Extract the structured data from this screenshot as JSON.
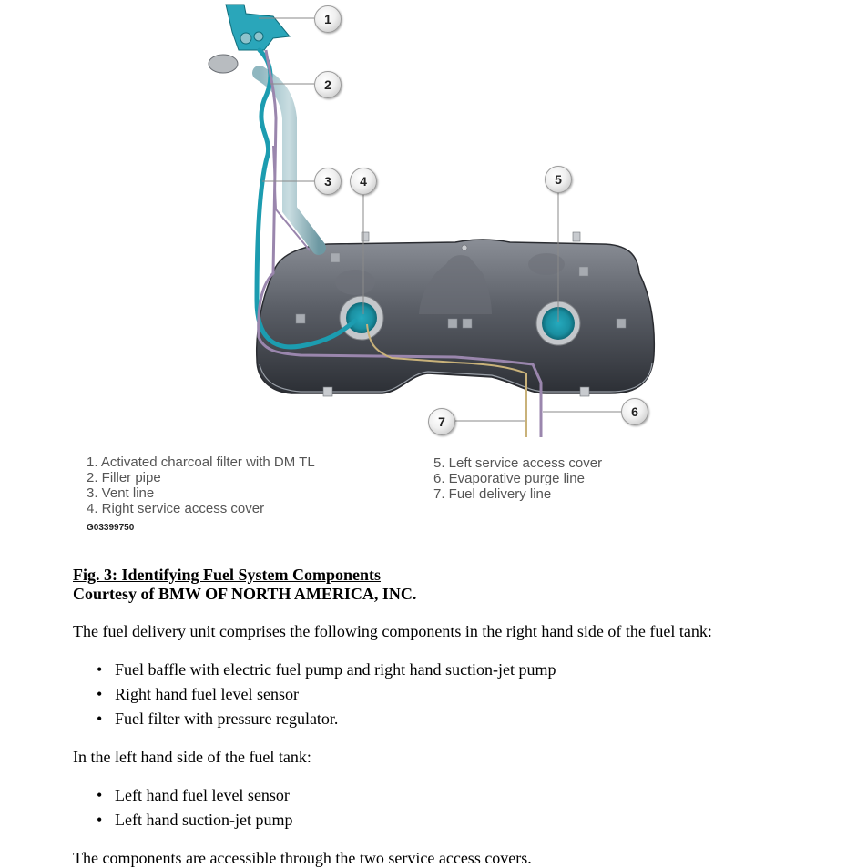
{
  "figure": {
    "callouts": [
      "1",
      "2",
      "3",
      "4",
      "5",
      "6",
      "7"
    ],
    "legend_left": [
      "1. Activated charcoal filter with DM TL",
      "2. Filler pipe",
      "3. Vent line",
      "4. Right service access cover"
    ],
    "legend_right": [
      "5. Left service access cover",
      "6. Evaporative purge line",
      "7. Fuel delivery line"
    ],
    "code": "G03399750",
    "colors": {
      "tank": "#4b4f57",
      "vent_line": "#1c9cb0",
      "purge_line": "#9a86ad",
      "delivery_line": "#c9b27a"
    }
  },
  "caption": {
    "title": "Fig. 3: Identifying Fuel System Components",
    "credit": "Courtesy of BMW OF NORTH AMERICA, INC."
  },
  "body": {
    "intro": "The fuel delivery unit comprises the following components in the right hand side of the fuel tank:",
    "right_items": [
      "Fuel baffle with electric fuel pump and right hand suction-jet pump",
      "Right hand fuel level sensor",
      "Fuel filter with pressure regulator."
    ],
    "left_intro": "In the left hand side of the fuel tank:",
    "left_items": [
      "Left hand fuel level sensor",
      "Left hand suction-jet pump"
    ],
    "closing": "The components are accessible through the two service access covers."
  }
}
